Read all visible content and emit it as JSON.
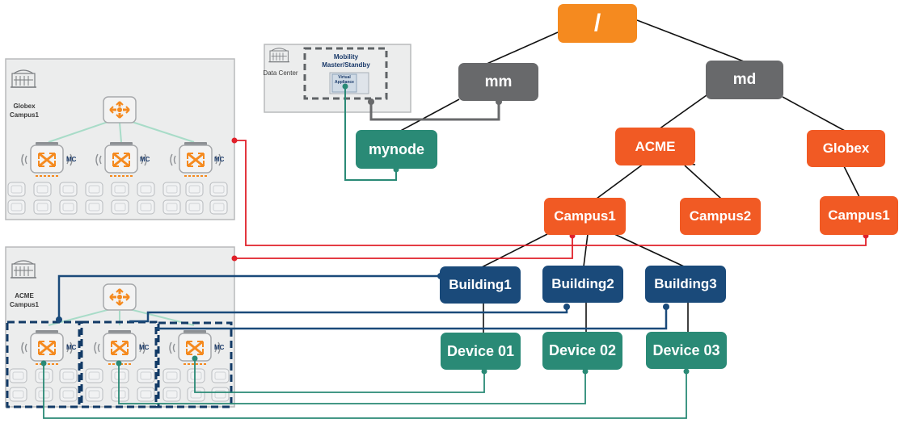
{
  "root": {
    "label": "/"
  },
  "groups": {
    "mm": "mm",
    "md": "md"
  },
  "nodes": {
    "mynode": "mynode",
    "acme": "ACME",
    "globex": "Globex",
    "acme_campus1": "Campus1",
    "acme_campus2": "Campus2",
    "globex_campus1": "Campus1",
    "building1": "Building1",
    "building2": "Building2",
    "building3": "Building3",
    "device01": "Device 01",
    "device02": "Device 02",
    "device03": "Device 03"
  },
  "datacenter": {
    "label": "Data Center",
    "mobility_label_line1": "Mobility",
    "mobility_label_line2": "Master/Standby",
    "va_line1": "Virtual",
    "va_line2": "Appliance"
  },
  "sites": {
    "globex_line1": "Globex",
    "globex_line2": "Campus1",
    "acme_line1": "ACME",
    "acme_line2": "Campus1"
  },
  "controller_label": "MC",
  "icons": [
    "building-icon",
    "switch-icon",
    "controller-icon",
    "access-point-icon",
    "virtual-appliance-icon"
  ],
  "colors": {
    "root": "#f58a1f",
    "group": "#68696b",
    "orange_node": "#f15a24",
    "teal_node": "#2a8a76",
    "navy_node": "#1a4a7a",
    "red_link": "#e0202a",
    "navy_link": "#1a4a7a",
    "teal_link": "#2a8a76",
    "dash_border": "#123a66"
  }
}
